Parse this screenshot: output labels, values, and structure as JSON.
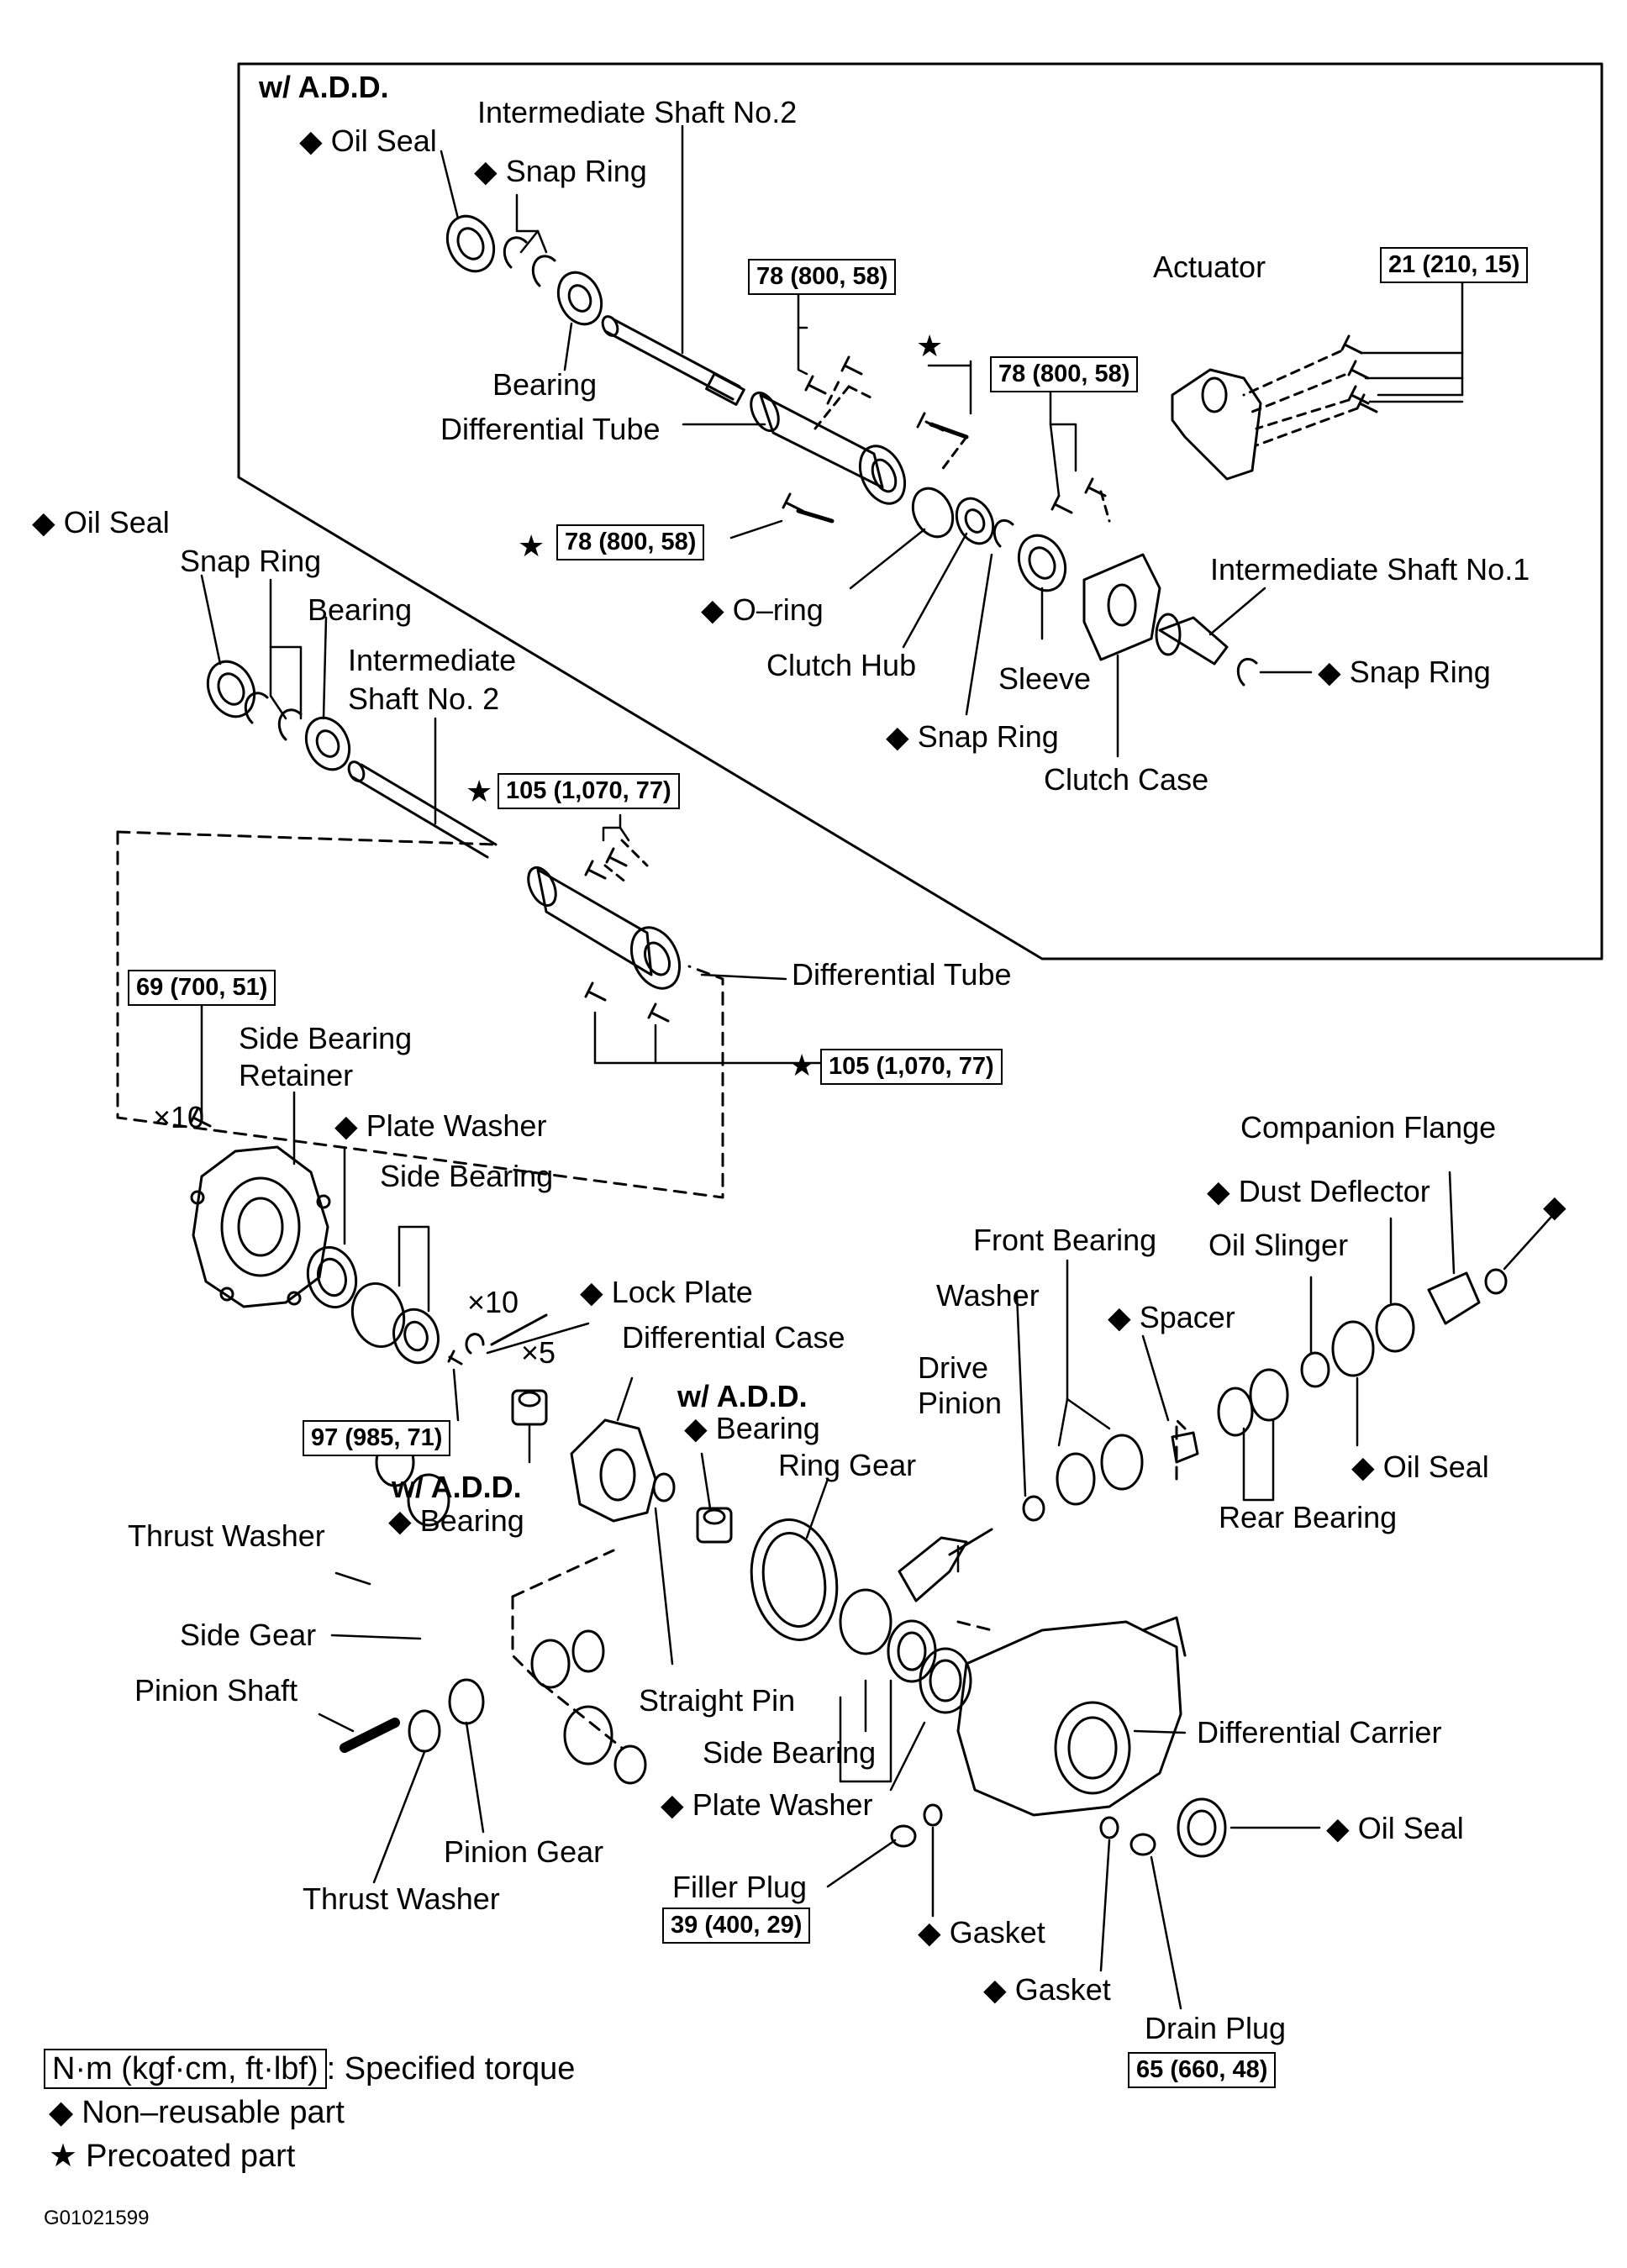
{
  "symbols": {
    "non_reusable": "◆",
    "precoated": "★"
  },
  "labels": {
    "wadd_top": "w/ A.D.D.",
    "oil_seal_top": "Oil Seal",
    "int_shaft2_top": "Intermediate Shaft No.2",
    "snap_ring_top": "Snap Ring",
    "bearing_top": "Bearing",
    "diff_tube_top": "Differential Tube",
    "actuator": "Actuator",
    "o_ring": "O–ring",
    "clutch_hub": "Clutch Hub",
    "sleeve": "Sleeve",
    "int_shaft1": "Intermediate Shaft No.1",
    "snap_ring_r": "Snap Ring",
    "snap_ring_mid": "Snap Ring",
    "clutch_case": "Clutch Case",
    "oil_seal_left": "Oil Seal",
    "snap_ring_left": "Snap Ring",
    "bearing_left": "Bearing",
    "int_shaft2_l1": "Intermediate",
    "int_shaft2_l2": "Shaft No. 2",
    "diff_tube_mid": "Differential Tube",
    "side_bearing_ret1": "Side Bearing",
    "side_bearing_ret2": "Retainer",
    "x10_a": "×10",
    "plate_washer_top": "Plate Washer",
    "side_bearing_top": "Side Bearing",
    "x10_b": "×10",
    "x5": "×5",
    "lock_plate": "Lock Plate",
    "diff_case": "Differential Case",
    "wadd_mid": "w/ A.D.D.",
    "bearing_wadd_mid": "Bearing",
    "wadd_low": "w/ A.D.D.",
    "bearing_wadd_low": "Bearing",
    "ring_gear": "Ring Gear",
    "drive_pinion1": "Drive",
    "drive_pinion2": "Pinion",
    "washer": "Washer",
    "front_bearing": "Front Bearing",
    "spacer": "Spacer",
    "oil_slinger": "Oil Slinger",
    "dust_deflector": "Dust Deflector",
    "companion_flange": "Companion Flange",
    "oil_seal_right": "Oil Seal",
    "rear_bearing": "Rear Bearing",
    "thrust_washer_a": "Thrust Washer",
    "side_gear": "Side Gear",
    "pinion_shaft": "Pinion Shaft",
    "straight_pin": "Straight Pin",
    "side_bearing_low": "Side Bearing",
    "plate_washer_low": "Plate Washer",
    "diff_carrier": "Differential Carrier",
    "oil_seal_low": "Oil Seal",
    "pinion_gear": "Pinion Gear",
    "thrust_washer_b": "Thrust Washer",
    "filler_plug": "Filler Plug",
    "gasket_a": "Gasket",
    "gasket_b": "Gasket",
    "drain_plug": "Drain Plug"
  },
  "torques": {
    "t1": "78 (800, 58)",
    "t2": "21 (210, 15)",
    "t3": "78 (800, 58)",
    "t4": "78 (800, 58)",
    "t5": "105 (1,070, 77)",
    "t6": "69 (700, 51)",
    "t7": "105 (1,070, 77)",
    "t8": "97 (985, 71)",
    "t9": "39 (400, 29)",
    "t10": "65 (660, 48)"
  },
  "legend": {
    "unit_box": "N·m (kgf·cm, ft·lbf)",
    "unit_desc": ": Specified torque",
    "non_reusable": "Non–reusable part",
    "precoated": "Precoated part"
  },
  "figure_code": "G01021599"
}
